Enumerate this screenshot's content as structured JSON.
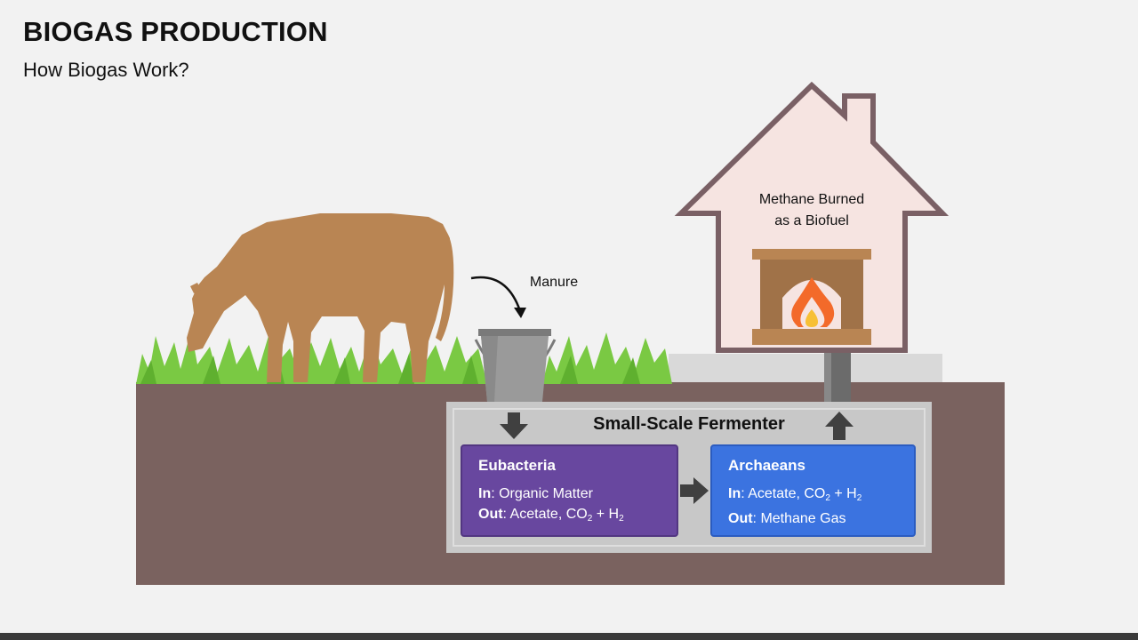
{
  "header": {
    "title": "BIOGAS PRODUCTION",
    "subtitle": "How Biogas Work?"
  },
  "labels": {
    "manure": "Manure",
    "house_line1": "Methane Burned",
    "house_line2": "as a Biofuel",
    "fermenter": "Small-Scale Fermenter"
  },
  "eubacteria": {
    "title": "Eubacteria",
    "in_label": "In",
    "in_value": ": Organic Matter",
    "out_label": "Out",
    "out_value_a": ": Acetate, CO",
    "out_sub1": "2",
    "out_value_b": " + H",
    "out_sub2": "2"
  },
  "archaeans": {
    "title": "Archaeans",
    "in_label": "In",
    "in_value_a": ": Acetate, CO",
    "in_sub1": "2",
    "in_value_b": " + H",
    "in_sub2": "2",
    "out_label": "Out",
    "out_value": ": Methane Gas"
  },
  "colors": {
    "soil": "#7a625f",
    "grass": "#7ac943",
    "cow": "#b98553",
    "house_fill": "#f6e4e1",
    "house_stroke": "#7a6065",
    "eubacteria": "#68479f",
    "archaeans": "#3b73e0",
    "fermenter": "#c8c8c8"
  }
}
